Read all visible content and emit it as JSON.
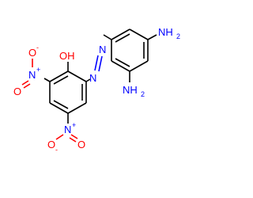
{
  "colors": {
    "carbon": "#000000",
    "nitrogen": "#0000FF",
    "oxygen": "#FF0000",
    "background": "#FFFFFF"
  },
  "atoms": {
    "hydroxyl": {
      "main": "OH"
    },
    "azo_n1": {
      "main": "N"
    },
    "azo_n2": {
      "main": "N"
    },
    "amine_top": {
      "main": "NH",
      "sub": "2"
    },
    "amine_ortho": {
      "main": "NH",
      "sub": "2"
    },
    "nitro_left_n": {
      "main": "N",
      "charge": "+"
    },
    "nitro_left_o_top": {
      "main": "O",
      "charge": "-"
    },
    "nitro_left_o_bottom": {
      "main": "O"
    },
    "nitro_bottom_n": {
      "main": "N",
      "charge": "+"
    },
    "nitro_bottom_o_left": {
      "main": "O",
      "charge": "-"
    },
    "nitro_bottom_o_right": {
      "main": "O"
    }
  }
}
